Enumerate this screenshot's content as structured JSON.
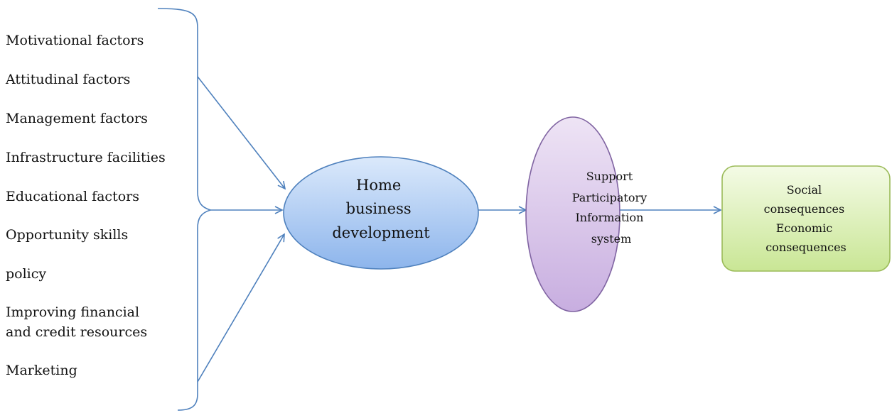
{
  "factors": {
    "items": [
      {
        "lines": [
          "Motivational factors"
        ]
      },
      {
        "lines": [
          "Attitudinal factors"
        ]
      },
      {
        "lines": [
          "Management factors"
        ]
      },
      {
        "lines": [
          "Infrastructure facilities"
        ]
      },
      {
        "lines": [
          "Educational factors"
        ]
      },
      {
        "lines": [
          "Opportunity skills"
        ]
      },
      {
        "lines": [
          "policy"
        ]
      },
      {
        "lines": [
          "Improving financial",
          "and credit resources"
        ]
      },
      {
        "lines": [
          "Marketing"
        ]
      }
    ]
  },
  "nodes": {
    "home": {
      "lines": [
        "Home",
        "business",
        "development"
      ],
      "fill_top": "#dbe9fb",
      "fill_bottom": "#8db5ec",
      "stroke": "#4f81bd"
    },
    "support": {
      "lines": [
        "Support",
        "Participatory",
        "Information",
        "system"
      ],
      "fill_top": "#eee4f5",
      "fill_bottom": "#c8aee0",
      "stroke": "#8064a2"
    },
    "outcomes": {
      "lines": [
        "Social",
        "consequences",
        "Economic",
        "consequences"
      ],
      "fill_top": "#f4fbe6",
      "fill_bottom": "#c9e695",
      "stroke": "#9bbb59"
    }
  },
  "colors": {
    "connector": "#4f81bd"
  }
}
